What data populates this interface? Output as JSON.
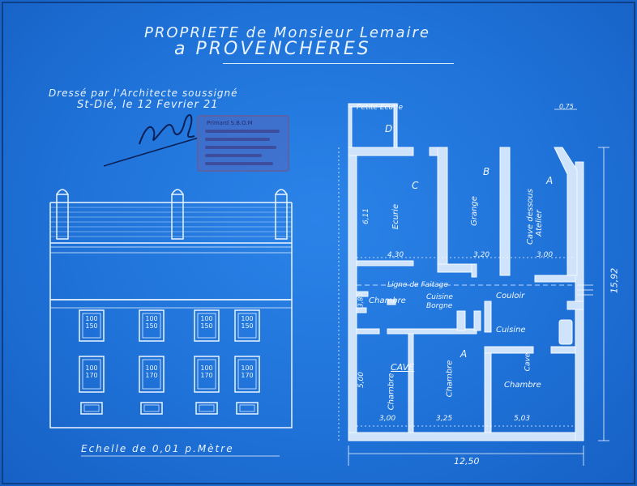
{
  "title": {
    "line1": "PROPRIETE de Monsieur Lemaire",
    "line2": "a PROVENCHERES"
  },
  "subtitle": {
    "line1": "Dressé par l'Architecte soussigné",
    "line2": "St-Dié, le 12 Fevrier 21"
  },
  "stamp": {
    "text": "Primard S.B.O.M"
  },
  "scale_note": "Echelle de 0,01 p.Mètre",
  "facade": {
    "windows_row1": [
      "100\n150",
      "100\n150",
      "100\n150",
      "100\n150"
    ],
    "windows_row2": [
      "100\n170",
      "100\n170",
      "100\n170",
      "100\n170"
    ]
  },
  "plan": {
    "rooms": {
      "petite_ecurie": "Petite Ecurie",
      "d": "D",
      "c": "C",
      "b": "B",
      "a1": "A",
      "a2": "A",
      "ecurie": "Ecurie",
      "grange": "Grange",
      "cave_dessous": "Cave dessous",
      "atelier": "Atelier",
      "ligne_de_faitage": "Ligne de Faitage",
      "chambre_top": "Chambre",
      "cuisine_borgne": "Cuisine Borgne",
      "couloir": "Couloir",
      "cuisine": "Cuisine",
      "cave": "CAVE",
      "cave2": "Cave",
      "chambre_left": "Chambre",
      "chambre_mid": "Chambre",
      "chambre_right": "Chambre"
    },
    "dimensions": {
      "d611": "6,11",
      "d430": "4,30",
      "d320": "3,20",
      "d300a": "3,00",
      "d075": "0,75",
      "d1592": "15,92",
      "d380": "3,80",
      "d500": "5,00",
      "d300b": "3,00",
      "d325": "3,25",
      "d503": "5,03",
      "d1250": "12,50"
    }
  }
}
